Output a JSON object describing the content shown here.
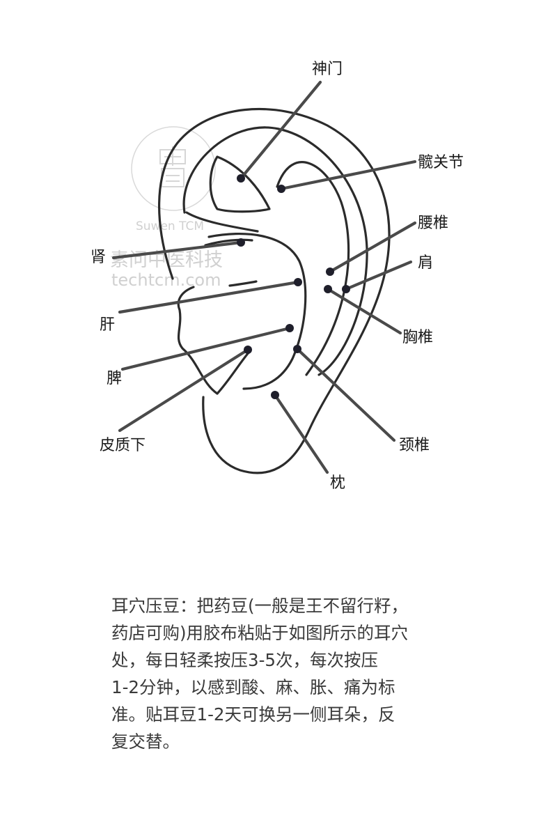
{
  "watermark": {
    "brand_latin": "Suwen TCM",
    "brand_cn": "素问中医科技",
    "url": "techtcm.com"
  },
  "labels": {
    "shenmen": "神门",
    "kuanguanjie": "髋关节",
    "yaozhui": "腰椎",
    "jian": "肩",
    "xiongzhui": "胸椎",
    "jingzhui": "颈椎",
    "zhen": "枕",
    "shen": "肾",
    "gan": "肝",
    "pi": "脾",
    "pizhixia": "皮质下"
  },
  "description": {
    "lines": [
      "耳穴压豆：把药豆(一般是王不留行籽，",
      "药店可购)用胶布粘贴于如图所示的耳穴",
      "处，每日轻柔按压3-5次，每次按压",
      "1-2分钟，以感到酸、麻、胀、痛为标",
      "准。贴耳豆1-2天可换另一侧耳朵，反",
      "复交替。"
    ]
  },
  "colors": {
    "outline": "#2b2b2b",
    "leader": "#4a4a4a",
    "point": "#1f1f2b",
    "text": "#3a3a3a",
    "watermark": "#d0d0d0"
  }
}
